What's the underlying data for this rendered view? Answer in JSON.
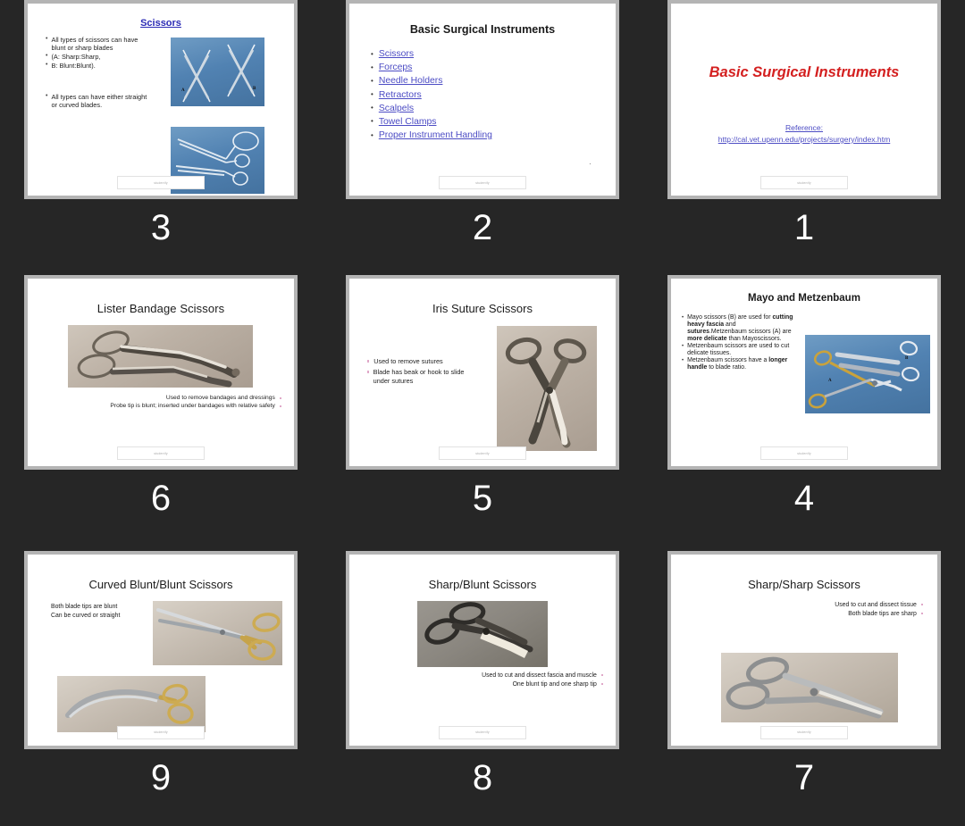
{
  "app": {
    "background_color": "#262626",
    "slide_card_border_color": "#b4b4b4",
    "footer_placeholder_text": "studentfy"
  },
  "slides": [
    {
      "number": "3",
      "kind": "scissors-overview",
      "title": "Scissors",
      "title_color": "#2b2bb5",
      "bullets_top": [
        "All types of scissors can have blunt or sharp blades",
        " (A: Sharp:Sharp,",
        "B: Blunt:Blunt)."
      ],
      "bullets_bottom": [
        "All types can have either straight or curved blades."
      ],
      "images": [
        {
          "name": "crossed-scissors-photo",
          "labels": [
            "A",
            "B"
          ],
          "bg": "#5182b2"
        },
        {
          "name": "straight-and-curved-scissors-photo",
          "labels": [],
          "bg": "#5182b2"
        }
      ]
    },
    {
      "number": "2",
      "kind": "link-list",
      "title": "Basic Surgical Instruments",
      "links": [
        "Scissors",
        "Forceps",
        "Needle Holders",
        "Retractors",
        "Scalpels",
        "Towel Clamps",
        "Proper Instrument Handling"
      ],
      "link_color": "#4c4cc4",
      "stray_bullet": "·"
    },
    {
      "number": "1",
      "kind": "title-slide",
      "title": "Basic Surgical Instruments",
      "title_color": "#d42020",
      "reference_label": "Reference:",
      "reference_url": "http://cal.vet.upenn.edu/projects/surgery/index.htm",
      "link_color": "#4c4cc4"
    },
    {
      "number": "6",
      "kind": "photo-top-text-right",
      "title": "Lister Bandage Scissors",
      "lines": [
        "Used to remove bandages and dressings",
        "Probe tip is blunt; inserted under bandages with relative safety"
      ],
      "images": [
        {
          "name": "lister-bandage-scissors-photo",
          "bg": "#bdb2a6"
        }
      ]
    },
    {
      "number": "5",
      "kind": "text-left-photo-right",
      "title": "Iris Suture Scissors",
      "lines": [
        "Used to remove sutures",
        "Blade has beak or hook to slide under sutures"
      ],
      "images": [
        {
          "name": "iris-suture-scissors-photo",
          "bg": "#bdb2a6"
        }
      ]
    },
    {
      "number": "4",
      "kind": "bullets-left-photo-right",
      "title": "Mayo and Metzenbaum",
      "bullets": [
        [
          {
            "text": "Mayo scissors (B) are used for ",
            "bold": false
          },
          {
            "text": "cutting heavy fascia",
            "bold": true
          },
          {
            "text": " and ",
            "bold": false
          },
          {
            "text": "sutures",
            "bold": true
          },
          {
            "text": ".Metzenbaum scissors (A) are ",
            "bold": false
          },
          {
            "text": "more delicate",
            "bold": true
          },
          {
            "text": " than Mayoscissors.",
            "bold": false
          }
        ],
        [
          {
            "text": "Metzenbaum scissors are used to cut delicate tissues.",
            "bold": false
          }
        ],
        [
          {
            "text": "Metzenbaum scissors have a ",
            "bold": false
          },
          {
            "text": "longer handle",
            "bold": true
          },
          {
            "text": " to blade ratio.",
            "bold": false
          }
        ]
      ],
      "images": [
        {
          "name": "mayo-metzenbaum-scissors-photo",
          "labels": [
            "A",
            "B"
          ],
          "bg": "#5182b2"
        }
      ]
    },
    {
      "number": "9",
      "kind": "text-left-two-photos",
      "title": "Curved Blunt/Blunt Scissors",
      "lines": [
        "Both blade tips are blunt",
        "Can be curved or straight"
      ],
      "images": [
        {
          "name": "curved-blunt-scissors-photo-top",
          "bg": "#c6bdb2"
        },
        {
          "name": "curved-blunt-scissors-photo-bottom",
          "bg": "#c6bdb2"
        }
      ]
    },
    {
      "number": "8",
      "kind": "photo-top-text-right",
      "title": "Sharp/Blunt Scissors",
      "lines": [
        "Used to cut and dissect fascia and muscle",
        "One blunt tip and one sharp tip"
      ],
      "images": [
        {
          "name": "sharp-blunt-scissors-photo",
          "bg": "#8a867f"
        }
      ]
    },
    {
      "number": "7",
      "kind": "text-right-photo-bottom",
      "title": "Sharp/Sharp Scissors",
      "lines": [
        "Used to cut and dissect tissue",
        "Both blade tips are sharp"
      ],
      "images": [
        {
          "name": "sharp-sharp-scissors-photo",
          "bg": "#c6bdb2"
        }
      ]
    }
  ]
}
